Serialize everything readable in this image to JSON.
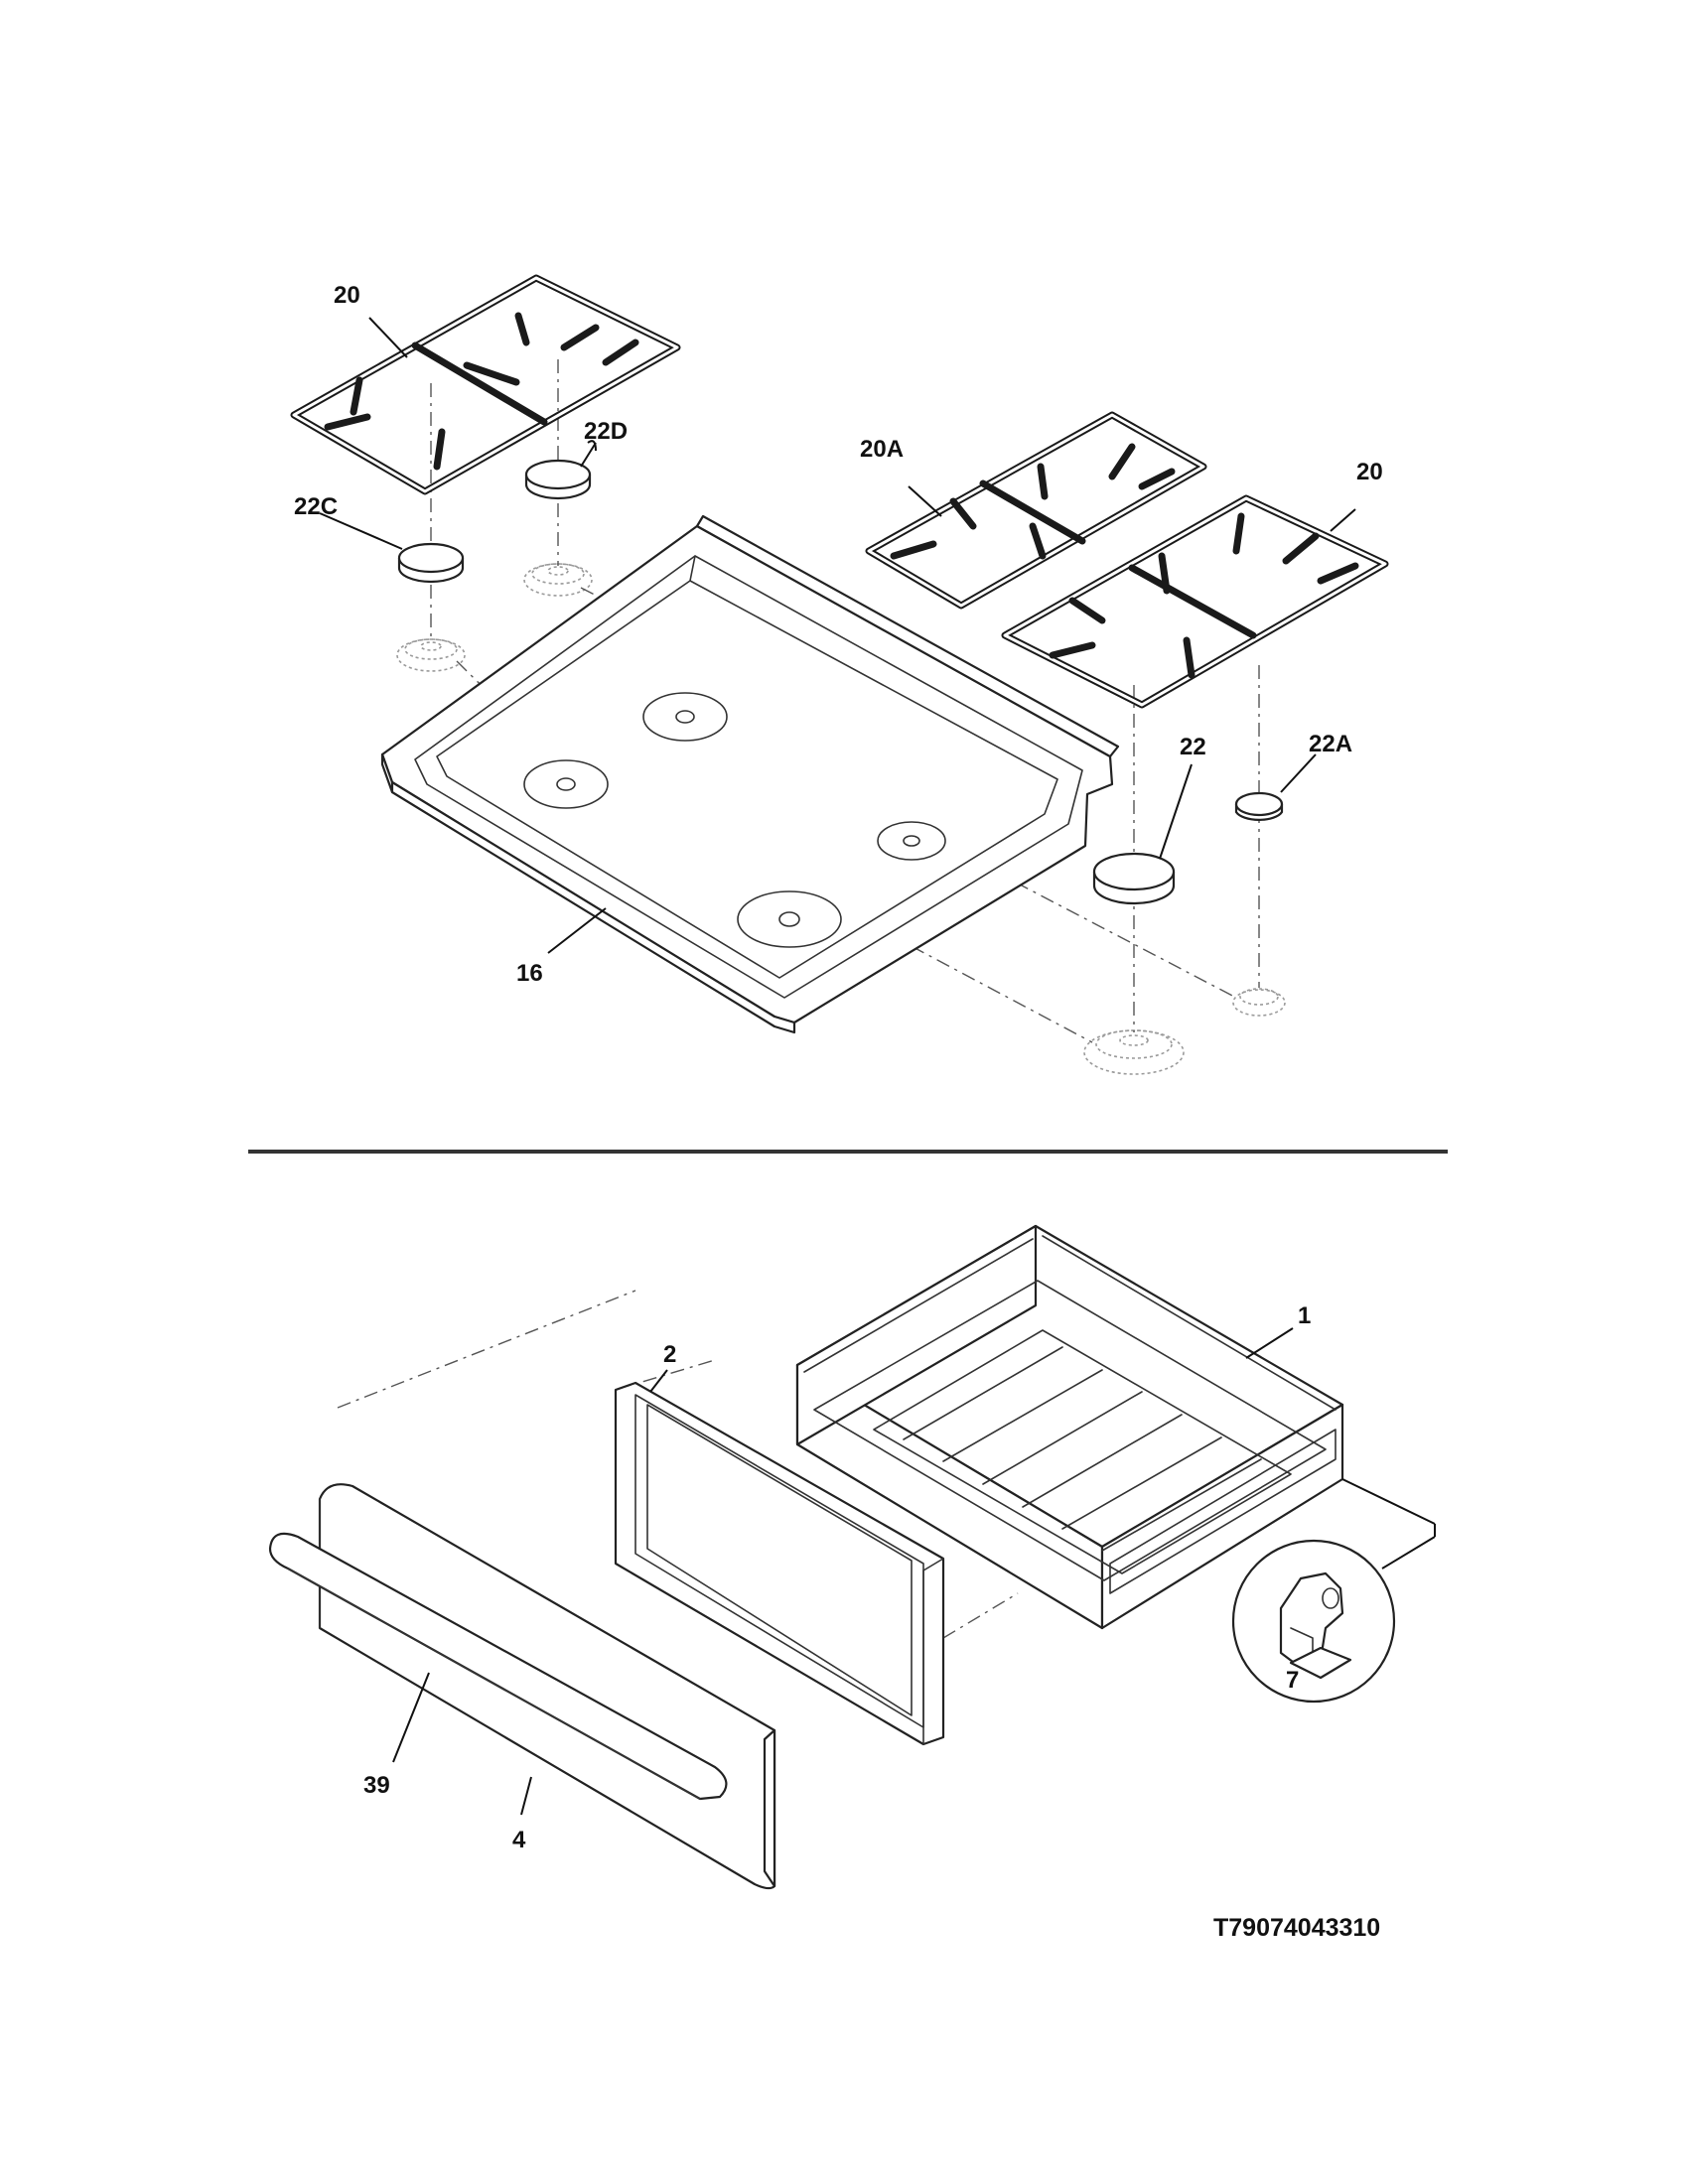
{
  "callouts": {
    "grate_left": "20",
    "grate_mid": "20A",
    "grate_right": "20",
    "cap_22c": "22C",
    "cap_22d": "22D",
    "cap_22": "22",
    "cap_22a": "22A",
    "cooktop": "16",
    "drawer_body": "1",
    "drawer_panel": "2",
    "drawer_slide": "7",
    "handle": "39",
    "drawer_front": "4"
  },
  "diagram_code": "T79074043310"
}
